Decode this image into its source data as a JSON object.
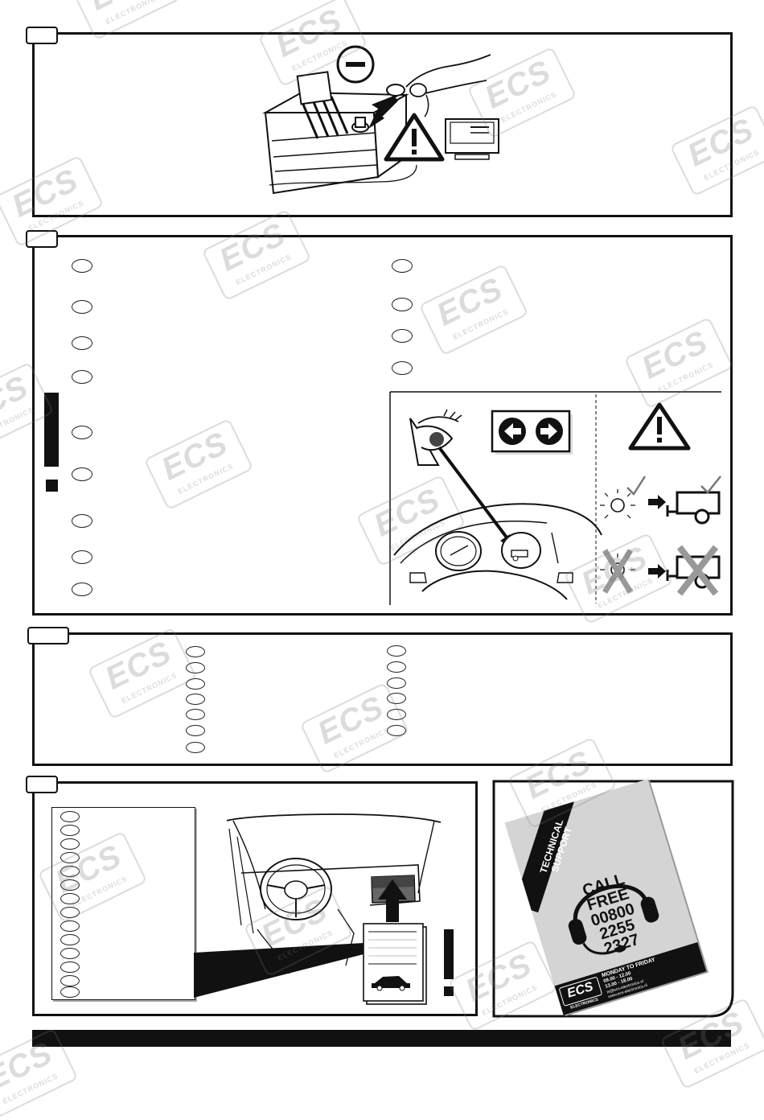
{
  "brand": {
    "logo_text": "ECS",
    "logo_sub": "ELECTRONICS"
  },
  "panel1": {
    "minus_symbol": "−"
  },
  "panel2": {
    "left_oval_count": 9,
    "right_oval_count": 4,
    "exclamation": "!"
  },
  "panel3": {
    "left_oval_count": 7,
    "right_oval_count": 6
  },
  "panel4": {
    "list_oval_count": 14,
    "exclamation": "!"
  },
  "support_poster": {
    "banner": "TECHNICAL SUPPORT",
    "call_lines": [
      "CALL",
      "FREE",
      "00800",
      "2255",
      "2327"
    ],
    "hours_title": "MONDAY TO FRIDAY",
    "hours_1": "09.00 - 12.00",
    "hours_2": "13.00 - 18.00",
    "email": "ts@ecs-electronics.nl",
    "web": "www.ecs-electronics.nl",
    "logo_text": "ECS",
    "logo_sub": "ELECTRONICS"
  }
}
